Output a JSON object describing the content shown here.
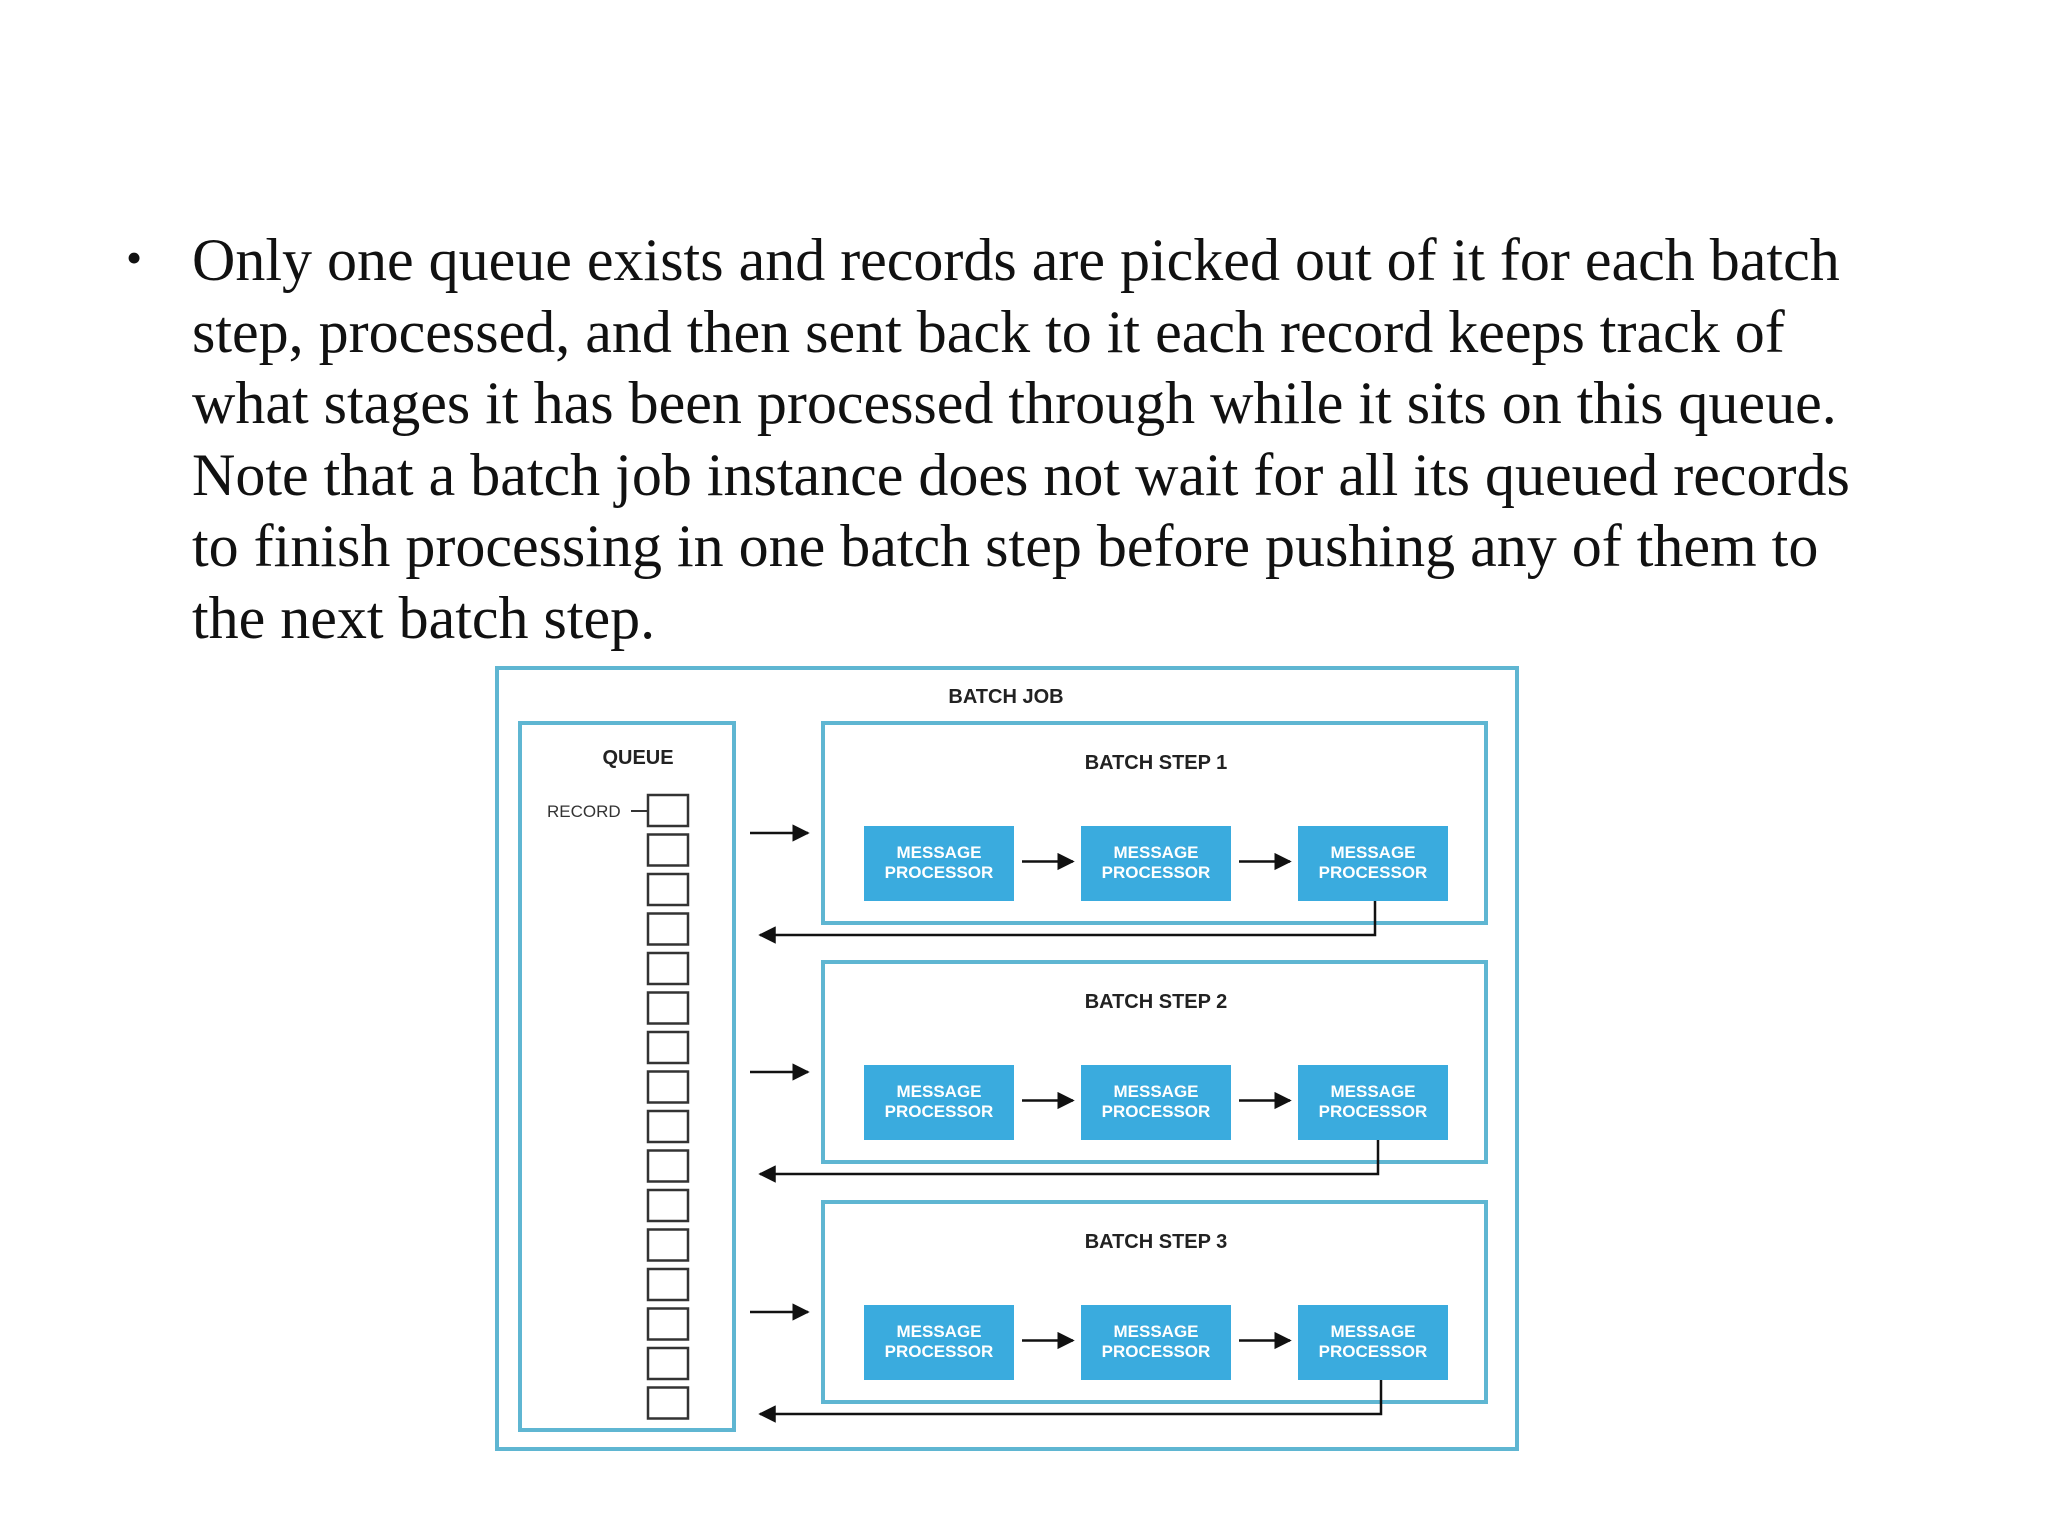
{
  "slide": {
    "bullet_symbol": "•",
    "bullet_lines": [
      "Only one queue exists and records are picked out of it for each batch",
      "step, processed, and then sent back to it each record keeps track of",
      "what stages it has been processed through while it sits on this queue.",
      "Note that a batch job instance does not wait for all its queued records",
      "to finish processing in one batch step before pushing any of them to",
      "the next batch step."
    ]
  },
  "diagram": {
    "job_label": "BATCH JOB",
    "queue_label": "QUEUE",
    "record_label": "RECORD",
    "record_count": 16,
    "steps": [
      {
        "label": "BATCH STEP 1",
        "processors": [
          [
            "MESSAGE",
            "PROCESSOR"
          ],
          [
            "MESSAGE",
            "PROCESSOR"
          ],
          [
            "MESSAGE",
            "PROCESSOR"
          ]
        ]
      },
      {
        "label": "BATCH STEP 2",
        "processors": [
          [
            "MESSAGE",
            "PROCESSOR"
          ],
          [
            "MESSAGE",
            "PROCESSOR"
          ],
          [
            "MESSAGE",
            "PROCESSOR"
          ]
        ]
      },
      {
        "label": "BATCH STEP 3",
        "processors": [
          [
            "MESSAGE",
            "PROCESSOR"
          ],
          [
            "MESSAGE",
            "PROCESSOR"
          ],
          [
            "MESSAGE",
            "PROCESSOR"
          ]
        ]
      }
    ],
    "colors": {
      "frame": "#5fb6d2",
      "processor_fill": "#3aabde",
      "processor_text": "#ffffff",
      "arrow": "#111111",
      "record_border": "#333333"
    }
  }
}
